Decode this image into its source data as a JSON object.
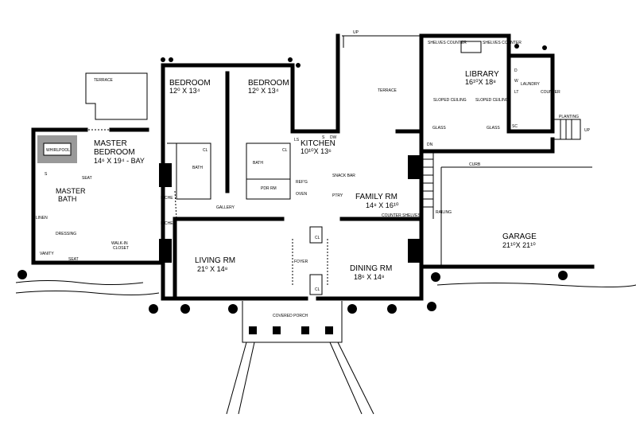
{
  "colors": {
    "ink": "#000000",
    "paper": "#ffffff"
  },
  "rooms": {
    "terrace_left": "TERRACE",
    "master_bedroom": {
      "name1": "MASTER",
      "name2": "BEDROOM",
      "dim": "14⁶ X 19⁴ - BAY"
    },
    "whirlpool": "WHIRLPOOL",
    "master_bath": {
      "name1": "MASTER",
      "name2": "BATH"
    },
    "seat_bath": "SEAT",
    "shower": "S",
    "linen": "LINEN",
    "dressing": "DRESSING",
    "vanity": "VANITY",
    "seat_dressing": "SEAT",
    "walk_in_closet": {
      "name1": "WALK-IN",
      "name2": "CLOSET"
    },
    "niche_upper": "NICHE",
    "niche_lower": "NICHE",
    "bedroom1": {
      "name": "BEDROOM",
      "dim": "12⁰ X 13⁴"
    },
    "bedroom2": {
      "name": "BEDROOM",
      "dim": "12⁰ X 13⁴"
    },
    "cl_bed1": "CL",
    "cl_bed2": "CL",
    "bath1": "BATH",
    "bath2": "BATH",
    "pdr_rm": "PDR RM",
    "gallery": "GALLERY",
    "kitchen": {
      "name": "KITCHEN",
      "dim": "10¹⁰X 13⁶"
    },
    "ls": "LS",
    "sink": "S",
    "dw": "DW",
    "refg": "REF'G",
    "oven": "OVEN",
    "snack_bar": "SNACK BAR",
    "pantry": "PTRY",
    "family_rm": {
      "name": "FAMILY RM",
      "dim": "14⁸ X 16¹⁰"
    },
    "counter_shelves": "COUNTER SHELVES",
    "railing": "RAILING",
    "dn": "DN",
    "up_terrace": "UP",
    "terrace_center": "TERRACE",
    "shelves_counter_left": "SHELVES COUNTER",
    "shelves_counter_right": "SHELVES COUNTER",
    "library": {
      "name": "LIBRARY",
      "dim": "16¹⁰X 18⁸"
    },
    "sloped_ceiling_left": "SLOPED CEILING",
    "sloped_ceiling_right": "SLOPED CEILING",
    "glass_left": "GLASS",
    "glass_right": "GLASS",
    "laundry": "LAUNDRY",
    "dryer": "D",
    "washer": "W",
    "laundry_tub": "LT",
    "counter_laundry": "COUNTER",
    "sc": "SC",
    "planting": "PLANTING",
    "up_side": "UP",
    "curb": "CURB",
    "garage": {
      "name": "GARAGE",
      "dim": "21¹⁰X 21¹⁰"
    },
    "living_rm": {
      "name": "LIVING RM",
      "dim": "21⁰ X 14⁸"
    },
    "foyer": "FOYER",
    "cl_foyer1": "CL",
    "cl_foyer2": "CL",
    "dining_rm": {
      "name": "DINING RM",
      "dim": "18⁶ X 14⁸"
    },
    "covered_porch": "COVERED PORCH"
  }
}
